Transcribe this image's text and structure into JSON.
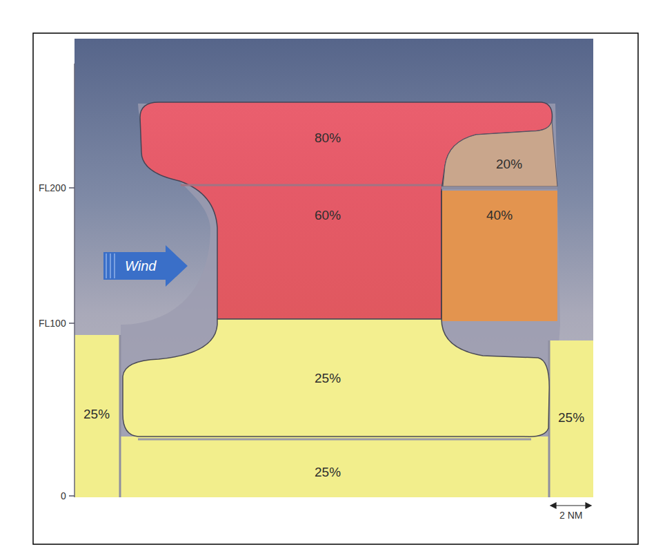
{
  "diagram": {
    "nodes": [
      {
        "text": [
          "80%"
        ]
      },
      {
        "text": [
          "20%"
        ]
      },
      {
        "text": [
          "Wind"
        ]
      },
      {
        "text": [
          "60%"
        ]
      },
      {
        "text": [
          "40%"
        ]
      },
      {
        "text": [
          "25%"
        ]
      },
      {
        "text": [
          "25%"
        ]
      },
      {
        "text": [
          "25%"
        ]
      },
      {
        "text": [
          "25%"
        ]
      }
    ],
    "labels": [
      "FL200",
      "FL100",
      "0",
      "2 NM"
    ]
  }
}
